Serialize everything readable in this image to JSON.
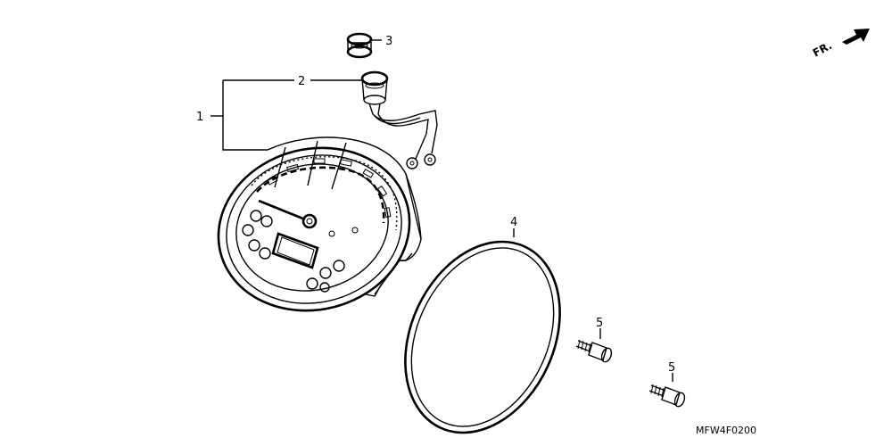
{
  "callouts": {
    "p1": "1",
    "p2": "2",
    "p3": "3",
    "p4": "4",
    "p5a": "5",
    "p5b": "5"
  },
  "direction_label": "FR.",
  "diagram_code": "MFW4F0200"
}
